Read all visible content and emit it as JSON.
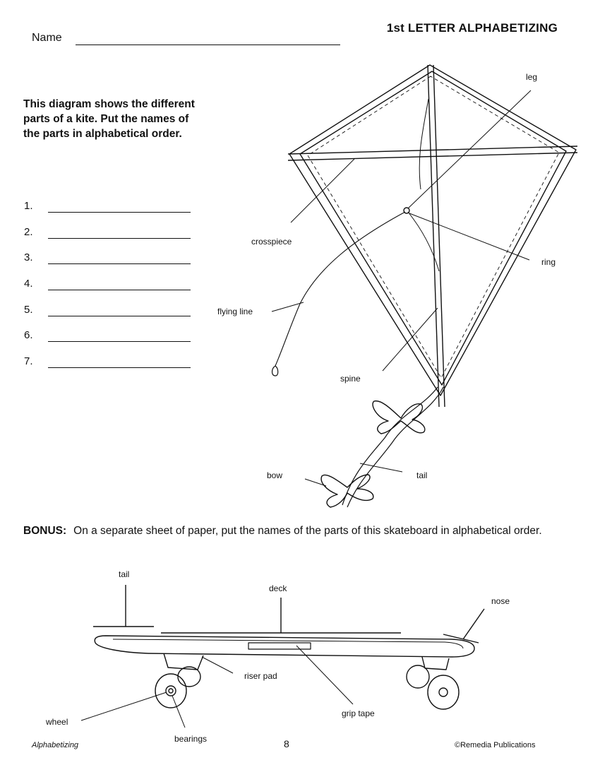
{
  "header": {
    "title": "1st LETTER ALPHABETIZING",
    "name_label": "Name"
  },
  "instructions": "This diagram shows the different parts of a kite. Put the names of the parts in alphabetical order.",
  "answer_lines": [
    "1.",
    "2.",
    "3.",
    "4.",
    "5.",
    "6.",
    "7."
  ],
  "kite_labels": {
    "leg": "leg",
    "crosspiece": "crosspiece",
    "ring": "ring",
    "flying_line": "flying line",
    "spine": "spine",
    "bow": "bow",
    "tail": "tail"
  },
  "bonus": {
    "heading": "BONUS:",
    "text": "On a separate sheet of paper, put the names of the parts of this skateboard in alphabetical order."
  },
  "skateboard_labels": {
    "tail": "tail",
    "deck": "deck",
    "nose": "nose",
    "riser_pad": "riser pad",
    "grip_tape": "grip tape",
    "wheel": "wheel",
    "bearings": "bearings"
  },
  "footer": {
    "left": "Alphabetizing",
    "page_number": "8",
    "right": "©Remedia Publications"
  }
}
